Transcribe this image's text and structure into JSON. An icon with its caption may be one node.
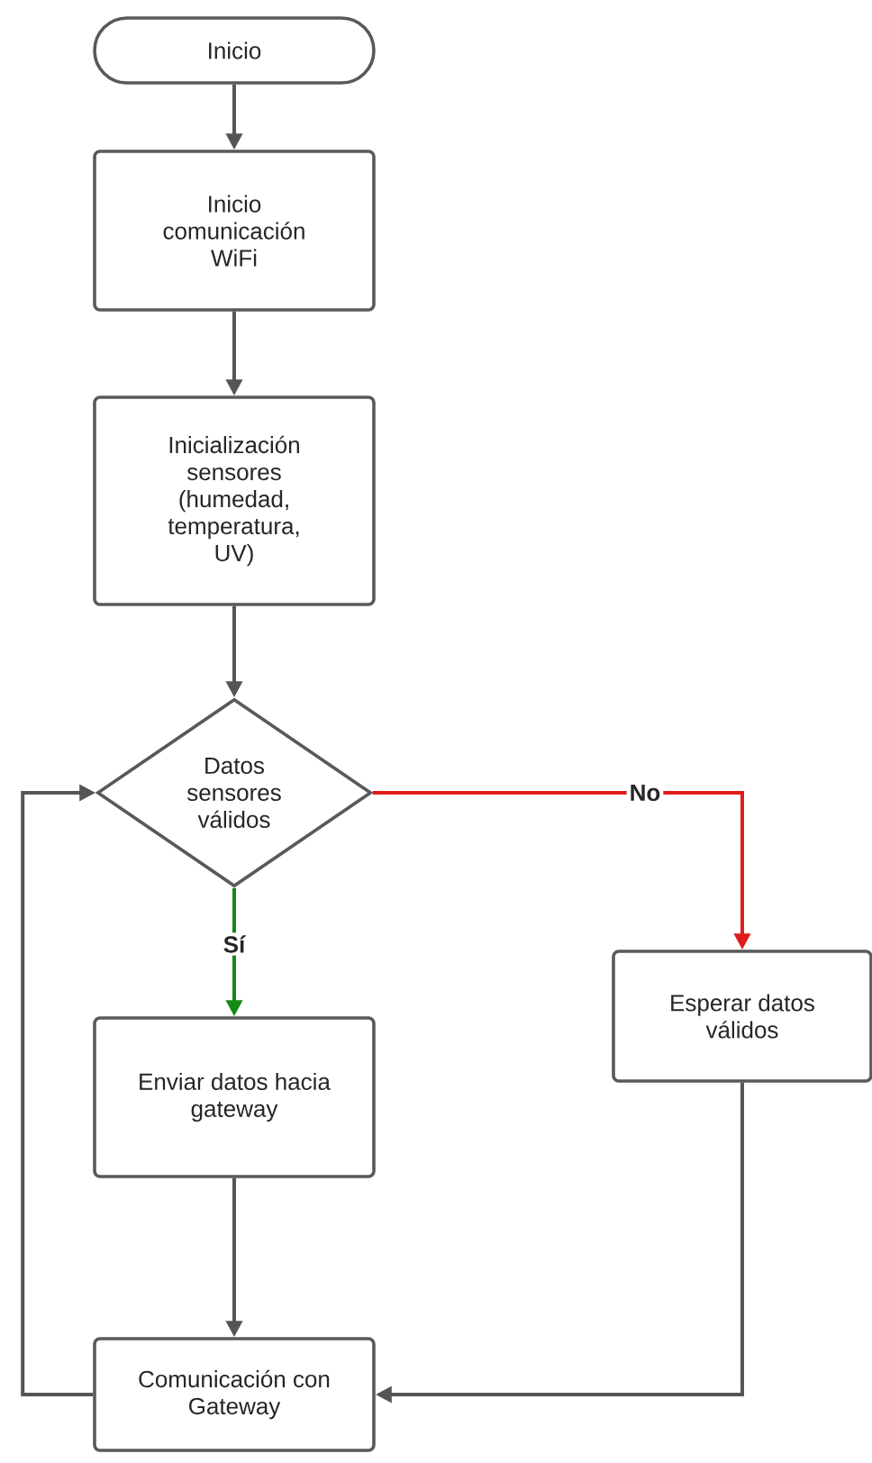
{
  "diagram": {
    "nodes": [
      {
        "text": [
          "Inicio"
        ]
      },
      {
        "text": [
          "Inicio comunicación WiFi"
        ]
      },
      {
        "text": [
          "Inicialización sensores (humedad, temperatura, UV)"
        ]
      },
      {
        "text": [
          "Datos sensores válidos"
        ]
      },
      {
        "text": [
          "Enviar datos hacia gateway"
        ]
      },
      {
        "text": [
          "Esperar datos válidos"
        ]
      },
      {
        "text": [
          "Comunicación con Gateway"
        ]
      }
    ],
    "edges": [
      {
        "from": 0,
        "to": 1,
        "arrow": "to"
      },
      {
        "from": 1,
        "to": 2,
        "arrow": "to"
      },
      {
        "from": 2,
        "to": 3,
        "arrow": "to"
      },
      {
        "from": 3,
        "to": 4,
        "arrow": "to",
        "label": "Sí",
        "color": "#138a13"
      },
      {
        "from": 3,
        "to": 5,
        "arrow": "to",
        "label": "No",
        "color": "#e01b1b"
      },
      {
        "from": 4,
        "to": 6,
        "arrow": "to"
      },
      {
        "from": 5,
        "to": 6,
        "arrow": "to"
      },
      {
        "from": 6,
        "to": 3,
        "arrow": "to"
      }
    ]
  }
}
